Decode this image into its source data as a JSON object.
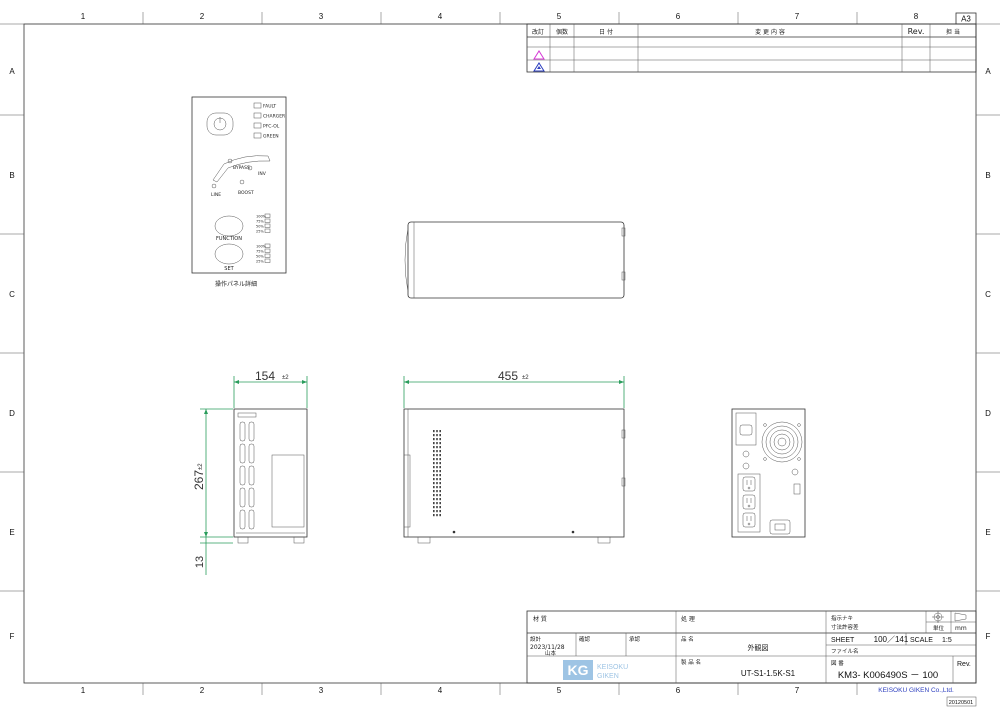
{
  "frame": {
    "columns": [
      "1",
      "2",
      "3",
      "4",
      "5",
      "6",
      "7",
      "8"
    ],
    "rows": [
      "A",
      "B",
      "C",
      "D",
      "E",
      "F"
    ],
    "sheet_size": "A3"
  },
  "revision_table": {
    "headers": [
      "改訂",
      "個数",
      "日 付",
      "変 更 内 容",
      "Rev.",
      "担 当"
    ],
    "rows": [
      {
        "marker": "magenta-triangle-icon",
        "marker_color": "#d63ad6"
      },
      {
        "marker": "blue-triangle-icon",
        "marker_color": "#2d3fbf"
      }
    ]
  },
  "panel": {
    "leds": [
      "FAULT",
      "CHARGER",
      "PFC-OL",
      "GREEN"
    ],
    "gauge_labels": [
      "BYPASS",
      "INV",
      "LINE",
      "BOOST"
    ],
    "buttons": [
      "FUNCTION",
      "SET"
    ],
    "bar_labels": [
      "100%",
      "75%",
      "50%",
      "25%"
    ],
    "caption": "操作パネル詳細"
  },
  "dimensions": {
    "width": {
      "value": "154",
      "tol": "±2"
    },
    "length": {
      "value": "455",
      "tol": "±2"
    },
    "height": {
      "value": "267",
      "tol": "±2"
    },
    "foot": {
      "value": "13"
    }
  },
  "title_block": {
    "material_label": "材 質",
    "treatment_label": "処 理",
    "note_line1": "指示ナキ",
    "note_line2": "寸法許容差",
    "unit_label": "単位",
    "unit": "mm",
    "design_label": "設計",
    "design_date": "2023/11/28",
    "designer": "山本",
    "check_label": "確認",
    "approve_label": "承認",
    "item_label": "品 名",
    "item_value": "外観図",
    "sheet_label": "SHEET",
    "sheet_value": "100／141",
    "scale_label": "SCALE",
    "scale_value": "1:5",
    "file_label": "ファイル名",
    "product_label": "製 品 名",
    "product_value": "UT-S1-1.5K-S1",
    "drawing_label": "図 番",
    "drawing_value": "KM3- K006490S － 100",
    "rev_label": "Rev.",
    "logo_mark": "KG",
    "logo_line1": "KEISOKU",
    "logo_line2": "GIKEN",
    "company": "KEISOKU GIKEN Co.,Ltd.",
    "form_code": "20120501"
  }
}
